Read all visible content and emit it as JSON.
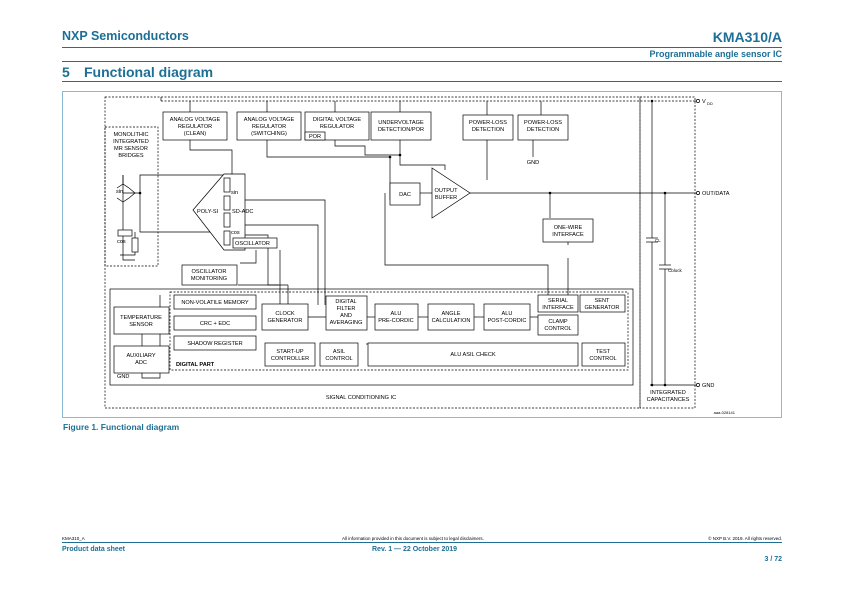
{
  "header": {
    "company": "NXP Semiconductors",
    "doc_id": "KMA310/A",
    "subtitle": "Programmable angle sensor IC"
  },
  "section": {
    "number": "5",
    "title": "Functional diagram"
  },
  "diagram": {
    "blocks": {
      "ldo_clean": [
        "ANALOG VOLTAGE",
        "REGULATOR",
        "(CLEAN)"
      ],
      "ldo_switching": [
        "ANALOG VOLTAGE",
        "REGULATOR",
        "(SWITCHING)"
      ],
      "ldo_digital": [
        "DIGITAL VOLTAGE",
        "REGULATOR"
      ],
      "por": "POR",
      "undervoltage": [
        "UNDERVOLTAGE",
        "DETECTION/POR"
      ],
      "powerloss1": [
        "POWER-LOSS",
        "DETECTION"
      ],
      "powerloss2": [
        "POWER-LOSS",
        "DETECTION"
      ],
      "gnd_power": "GND",
      "mr_bridges": [
        "MONOLITHIC",
        "INTEGRATED",
        "MR SENSOR",
        "BRIDGES"
      ],
      "sin_label": "sin",
      "cos_label": "cos",
      "adc_label": "POLY-SI",
      "sdadc_label": "SD-ADC",
      "sin_out": "sin",
      "cos_out": "cos",
      "oscillator": "OSCILLATOR",
      "dac": "DAC",
      "output_buffer": [
        "OUTPUT",
        "BUFFER"
      ],
      "one_wire": [
        "ONE-WIRE",
        "INTERFACE"
      ],
      "osc_monitoring": [
        "OSCILLATOR",
        "MONITORING"
      ],
      "nvm": "NON-VOLATILE MEMORY",
      "crc": "CRC + EDC",
      "shadow": "SHADOW REGISTER",
      "temp_sensor": [
        "TEMPERATURE",
        "SENSOR"
      ],
      "aux_adc": [
        "AUXILIARY",
        "ADC"
      ],
      "clock_gen": [
        "CLOCK",
        "GENERATOR"
      ],
      "digital_filter": [
        "DIGITAL",
        "FILTER",
        "AND",
        "AVERAGING"
      ],
      "alu_pre": [
        "ALU",
        "PRE-CORDIC"
      ],
      "angle_calc": [
        "ANGLE",
        "CALCULATION"
      ],
      "alu_post": [
        "ALU",
        "POST-CORDIC"
      ],
      "serial_if": [
        "SERIAL",
        "INTERFACE"
      ],
      "sent_gen": [
        "SENT",
        "GENERATOR"
      ],
      "clamp_ctrl": [
        "CLAMP",
        "CONTROL"
      ],
      "startup": [
        "START-UP",
        "CONTROLLER"
      ],
      "asil_ctrl": [
        "ASIL",
        "CONTROL"
      ],
      "alu_asil": "ALU ASIL CHECK",
      "test_ctrl": [
        "TEST",
        "CONTROL"
      ],
      "digital_part": "DIGITAL PART",
      "gnd_inner": "GND",
      "signal_ic": "SIGNAL CONDITIONING IC",
      "integrated_caps": [
        "INTEGRATED",
        "CAPACITANCES"
      ],
      "cl": "CL",
      "cblock": "Cblock"
    },
    "pins": {
      "vdd": "V",
      "vdd_sub": "DD",
      "out": "OUT/DATA",
      "gnd": "GND"
    },
    "code": "aaa-028141"
  },
  "figure": {
    "caption": "Figure 1.  Functional diagram"
  },
  "footer": {
    "doc_id": "KMA310_A",
    "disclaimer": "All information provided in this document is subject to legal disclaimers.",
    "copyright": "© NXP B.V. 2019. All rights reserved.",
    "doc_type": "Product data sheet",
    "revision": "Rev. 1 — 22 October 2019",
    "page": "3 / 72"
  }
}
